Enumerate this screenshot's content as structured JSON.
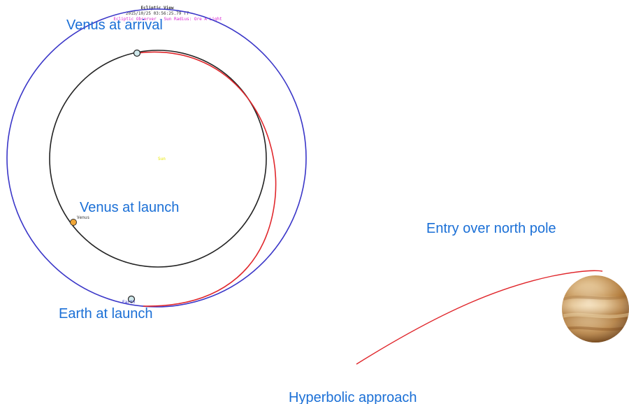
{
  "colors": {
    "label": "#1a6fd6",
    "earth_orbit": "#3a36c8",
    "venus_orbit": "#222222",
    "transfer_path": "#e0262b",
    "approach_path": "#e0262b",
    "sun_label": "#e8e800",
    "earth_marker": "#cfe7ea",
    "venus_marker": "#f0a637",
    "header_magenta": "#d81fd0",
    "tiny_marker_text": "#333333"
  },
  "labels": {
    "venus_at_arrival": "Venus at arrival",
    "venus_at_launch": "Venus at launch",
    "earth_at_launch": "Earth at launch",
    "entry_over_north_pole": "Entry over north pole",
    "hyperbolic_approach": "Hyperbolic approach"
  },
  "orbit_header": {
    "title": "Ecliptic View",
    "date": "2015/10/25 03:56:25.79 TT",
    "subtitle": "Ecliptic Observer - Sun Radius: Ore A Light"
  },
  "markers": {
    "sun": "Sun",
    "venus": "Venus",
    "earth": "Earth"
  },
  "icons": {
    "earth_arrival_marker": "circle-icon",
    "earth_launch_marker": "circle-icon",
    "venus_launch_marker": "circle-icon",
    "venus_planet": "planet-icon"
  }
}
